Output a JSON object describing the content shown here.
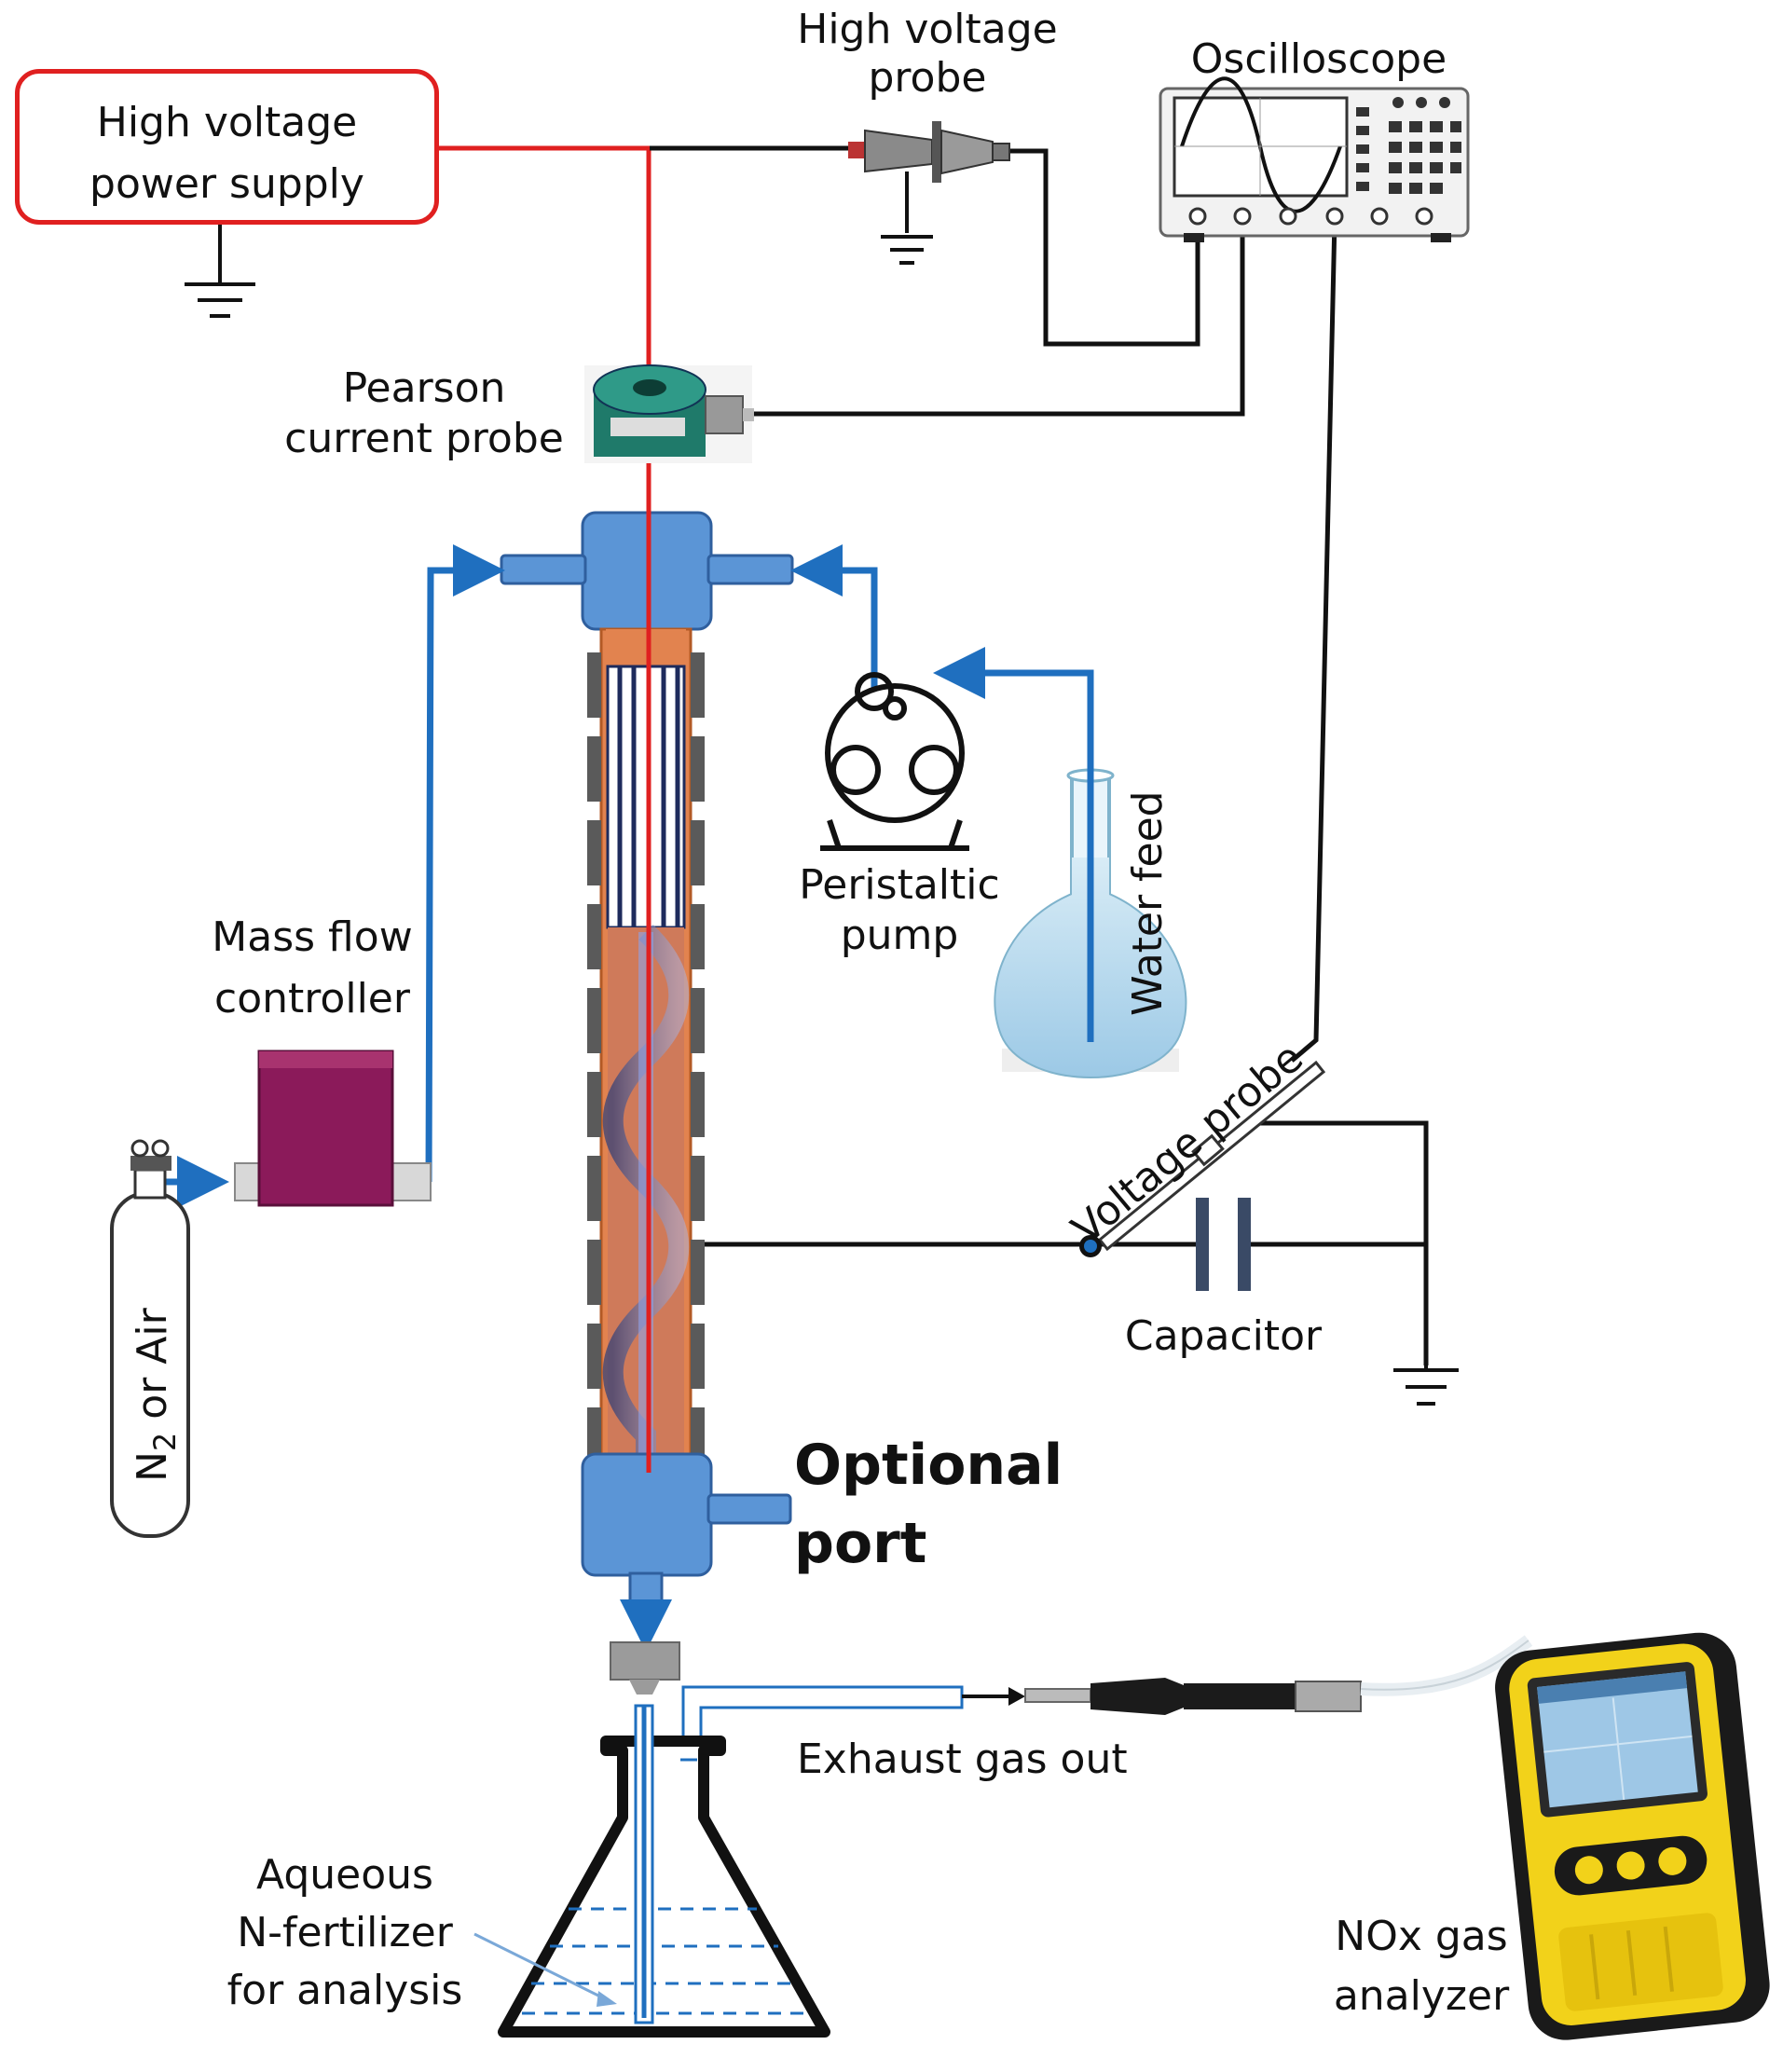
{
  "labels": {
    "hv_power_supply": [
      "High voltage",
      "power supply"
    ],
    "hv_probe": [
      "High voltage",
      "probe"
    ],
    "oscilloscope": "Oscilloscope",
    "pearson_probe": [
      "Pearson",
      "current probe"
    ],
    "mass_flow": [
      "Mass flow",
      "controller"
    ],
    "gas_cylinder": {
      "n": "N",
      "sub": "2",
      "rest": " or Air"
    },
    "peristaltic_pump": [
      "Peristaltic",
      "pump"
    ],
    "water_feed": "Water feed",
    "voltage_probe": "Voltage probe",
    "capacitor": "Capacitor",
    "optional_port": [
      "Optional",
      "port"
    ],
    "exhaust": "Exhaust gas out",
    "aqueous": [
      "Aqueous",
      "N-fertilizer",
      "for analysis"
    ],
    "nox": [
      "NOx gas",
      "analyzer"
    ]
  },
  "colors": {
    "hv_wire": "#e02020",
    "flow_line": "#1f6fbf",
    "reactor_blue": "#5b95d6",
    "plasma_orange": "#e2834f",
    "signal_wire": "#111111",
    "mfc_body": "#8b1a5a",
    "analyzer_yellow": "#f2d21a"
  }
}
